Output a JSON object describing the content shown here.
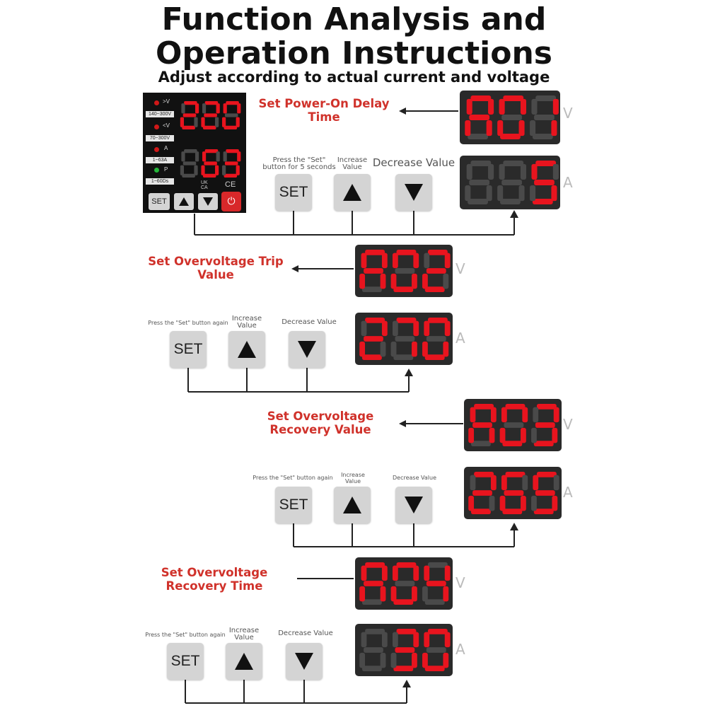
{
  "header": {
    "title_line1": "Function Analysis and",
    "title_line2": "Operation Instructions",
    "subtitle": "Adjust according to actual current and voltage"
  },
  "colors": {
    "segment_on": "#e8141e",
    "segment_off": "#4a4a4a",
    "label": "#d0322b",
    "display_bg": "#2a2a2a"
  },
  "device": {
    "voltage_reading": "220",
    "current_reading": "63",
    "indicators": [
      ">V",
      "<V",
      "A",
      "P"
    ],
    "range_labels": [
      "140~300V",
      "70~300V",
      "1~63A",
      "1~60Ds"
    ],
    "buttons": {
      "set": "SET",
      "up": "up-arrow",
      "down": "down-arrow",
      "power": "power-icon"
    },
    "marks": {
      "ukca": "UK CA",
      "ce": "CE"
    }
  },
  "steps": [
    {
      "label": "Set Power-On Delay Time",
      "code": "A01",
      "code_unit": "V",
      "value": "005",
      "value_unit": "A",
      "captions": {
        "set": "Press the \"Set\" button for 5 seconds",
        "up": "Increase Value",
        "down": "Decrease Value"
      }
    },
    {
      "label": "Set Overvoltage Trip Value",
      "code": "A02",
      "code_unit": "V",
      "value": "270",
      "value_unit": "A",
      "captions": {
        "set": "Press the \"Set\" button again",
        "up": "Increase Value",
        "down": "Decrease Value"
      }
    },
    {
      "label": "Set Overvoltage Recovery Value",
      "code": "A03",
      "code_unit": "V",
      "value": "265",
      "value_unit": "A",
      "captions": {
        "set": "Press the \"Set\" button again",
        "up": "Increase Value",
        "down": "Decrease Value"
      }
    },
    {
      "label": "Set Overvoltage Recovery Time",
      "code": "A04",
      "code_unit": "V",
      "value": "030",
      "value_unit": "A",
      "captions": {
        "set": "Press the \"Set\" button again",
        "up": "Increase Value",
        "down": "Decrease Value"
      }
    }
  ],
  "button_labels": {
    "set": "SET"
  }
}
